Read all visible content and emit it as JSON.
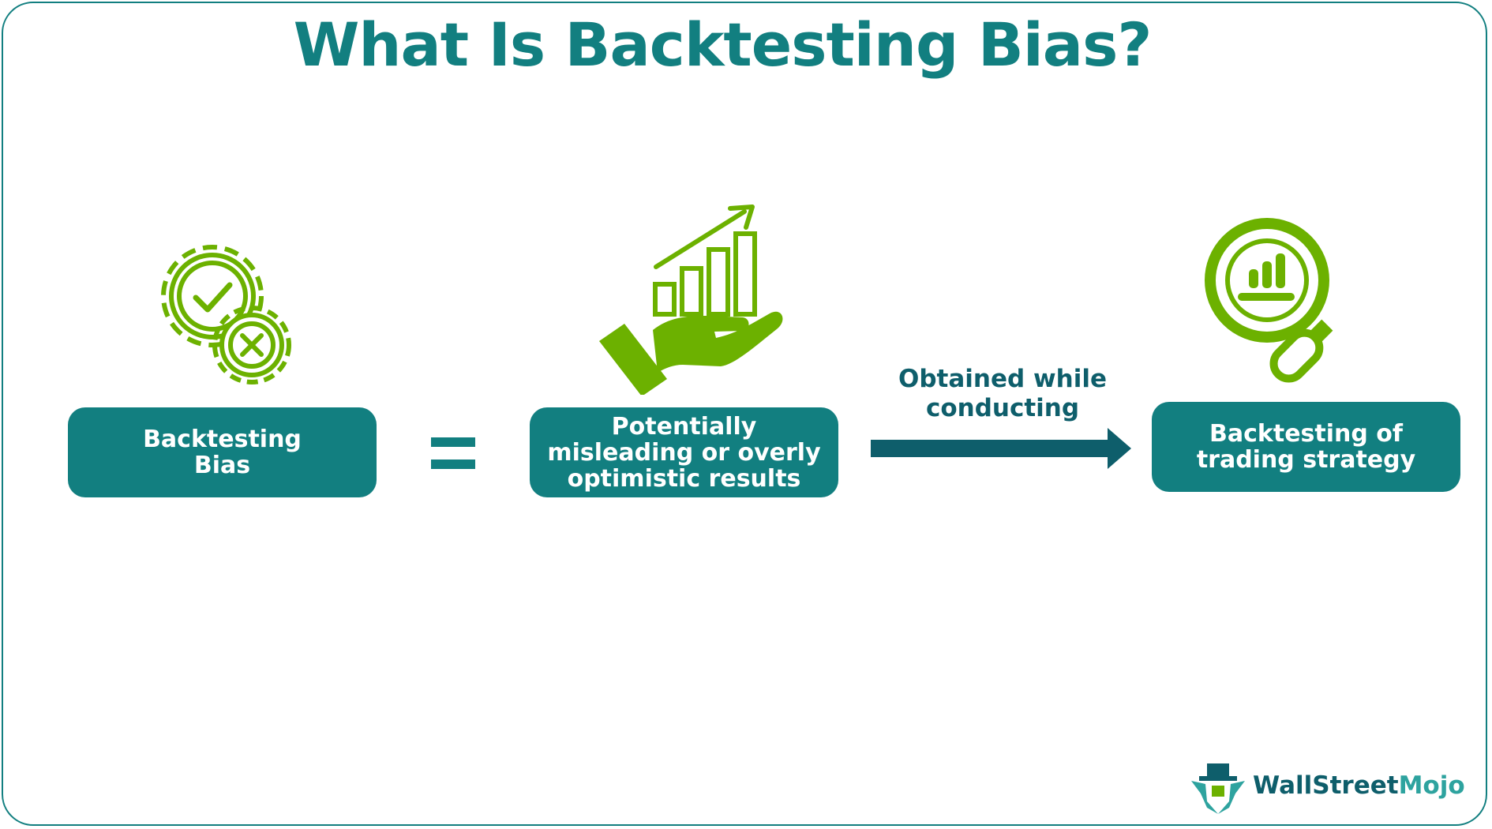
{
  "title": "What Is Backtesting Bias?",
  "boxes": {
    "left": [
      "Backtesting",
      "Bias"
    ],
    "middle": [
      "Potentially",
      "misleading or overly",
      "optimistic results"
    ],
    "right": [
      "Backtesting of",
      "trading strategy"
    ]
  },
  "connector": [
    "Obtained while",
    "conducting"
  ],
  "brand": {
    "part1": "WallStreet",
    "part2": "Mojo"
  },
  "colors": {
    "teal": "#127f80",
    "green": "#6cb100",
    "dark_teal": "#0e5e6b"
  },
  "icons": [
    "gears-check-cross-icon",
    "hand-growth-chart-icon",
    "magnifier-chart-icon",
    "brand-logo-icon"
  ]
}
